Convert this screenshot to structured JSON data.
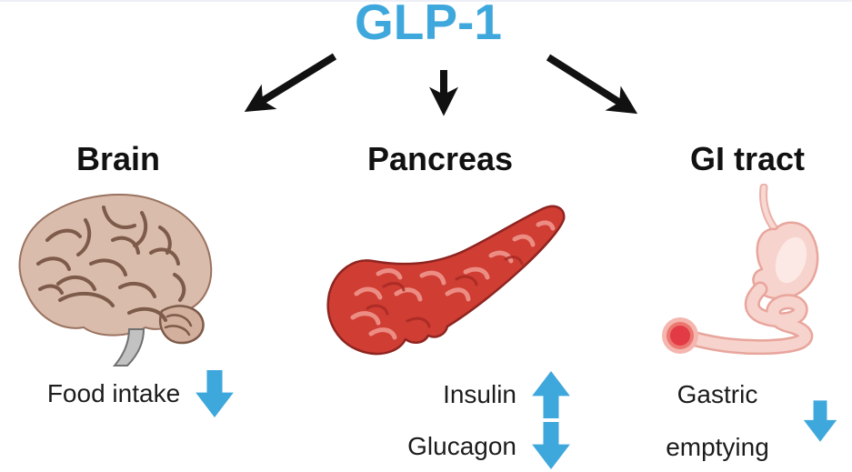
{
  "title": "GLP-1",
  "colors": {
    "accent_blue": "#3ea7dc",
    "connector_black": "#111111",
    "label_black": "#111111"
  },
  "icons": {
    "connector": "black-straight-arrow",
    "increase": "blue-block-arrow-up",
    "decrease": "blue-block-arrow-down"
  },
  "columns": [
    {
      "label": "Brain",
      "organ": "brain",
      "effects": [
        {
          "text": "Food intake",
          "direction": "down"
        }
      ]
    },
    {
      "label": "Pancreas",
      "organ": "pancreas",
      "effects": [
        {
          "text": "Insulin",
          "direction": "up"
        },
        {
          "text": "Glucagon",
          "direction": "down"
        }
      ]
    },
    {
      "label": "GI tract",
      "organ": "gi-tract",
      "effects": [
        {
          "text": "Gastric emptying",
          "direction": "down"
        }
      ]
    }
  ]
}
